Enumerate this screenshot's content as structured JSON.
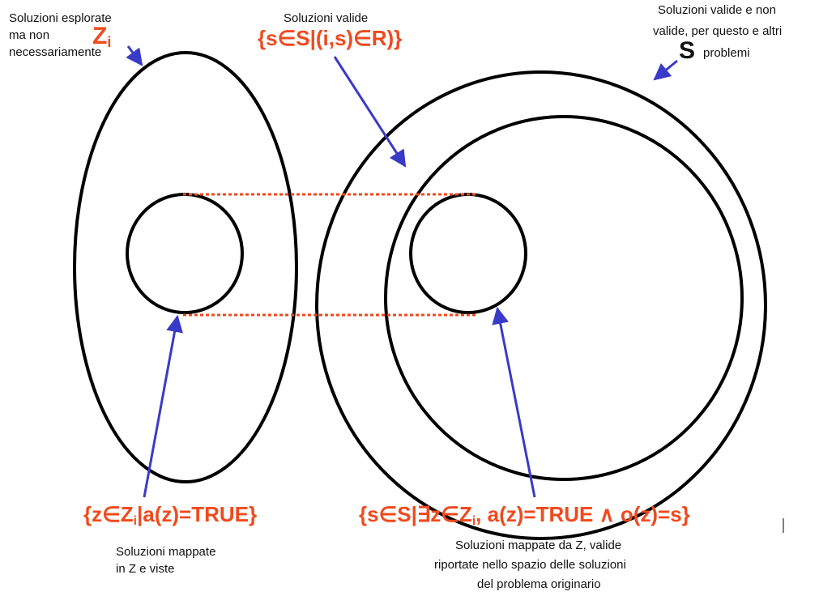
{
  "labels": {
    "explored_line1": "Soluzioni esplorate",
    "explored_line2": "ma non",
    "explored_line3": "necessariamente",
    "valid": "Soluzioni valide",
    "all_line1": "Soluzioni valide e non",
    "all_line2": "valide, per questo e altri",
    "all_line3": "problemi",
    "mapped_line1": "Soluzioni mappate",
    "mapped_line2": "in Z e viste",
    "mapped_orig_line1": "Soluzioni mappate da Z, valide",
    "mapped_orig_line2": "riportate nello spazio delle soluzioni",
    "mapped_orig_line3": "del problema originario"
  },
  "symbols": {
    "zi_main": "Z",
    "zi_sub": "i",
    "s": "S"
  },
  "formulas": {
    "valid_set": "{s∈S|(i,s)∈R)}",
    "z_set_pre": "{z∈Z",
    "z_set_sub": "i",
    "z_set_post": "|a(z)=TRUE}",
    "s_set_pre": "{s∈S|∃z∈Z",
    "s_set_sub": "i",
    "s_set_post": ", a(z)=TRUE ∧ o(z)=s}"
  },
  "colors": {
    "formula": "#f04a1e",
    "arrow": "#3a3ac8",
    "dotted": "#f04a1e",
    "outline": "#000000"
  }
}
